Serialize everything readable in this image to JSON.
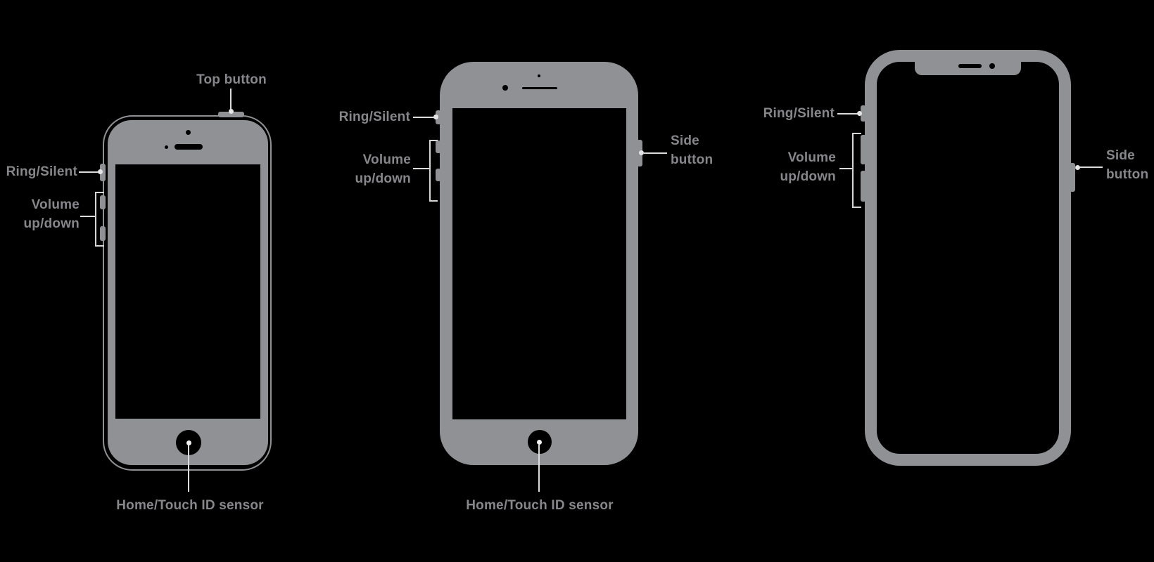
{
  "colors": {
    "background": "#000000",
    "phone_body": "#8F9195",
    "screen": "#000000",
    "label_text": "#86868B",
    "leader_line": "#DCDCDC",
    "bracket": "#D6D6D6",
    "home_button": "#000000",
    "leader_dot": "#E4E4E4"
  },
  "diagram": {
    "left_phone": {
      "top_button_label": "Top button",
      "ring_silent_label": "Ring/Silent",
      "volume_label_line1": "Volume",
      "volume_label_line2": "up/down",
      "home_label": "Home/Touch ID sensor"
    },
    "middle_phone": {
      "ring_silent_label": "Ring/Silent",
      "volume_label_line1": "Volume",
      "volume_label_line2": "up/down",
      "side_label_line1": "Side",
      "side_label_line2": "button",
      "home_label": "Home/Touch ID sensor"
    },
    "right_phone": {
      "ring_silent_label": "Ring/Silent",
      "volume_label_line1": "Volume",
      "volume_label_line2": "up/down",
      "side_label_line1": "Side",
      "side_label_line2": "button"
    }
  }
}
